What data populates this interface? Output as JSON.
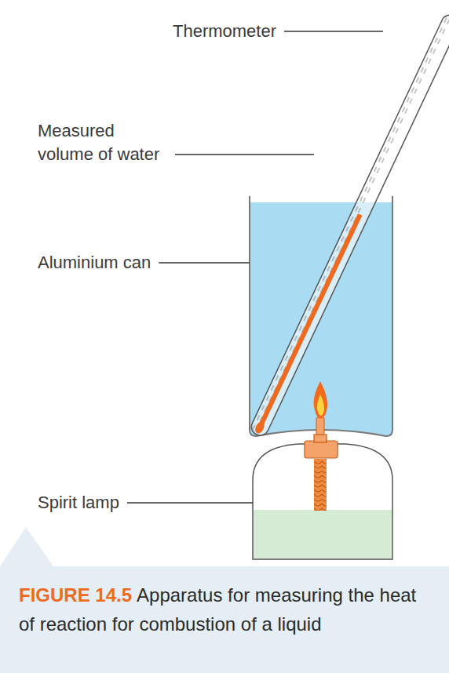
{
  "diagram": {
    "caption": "Apparatus for measuring the heat of reaction for combustion of a liquid",
    "labels": [
      "Thermometer",
      "Measured volume of water",
      "Aluminium can",
      "Spirit lamp",
      "FIGURE 14.5"
    ]
  }
}
